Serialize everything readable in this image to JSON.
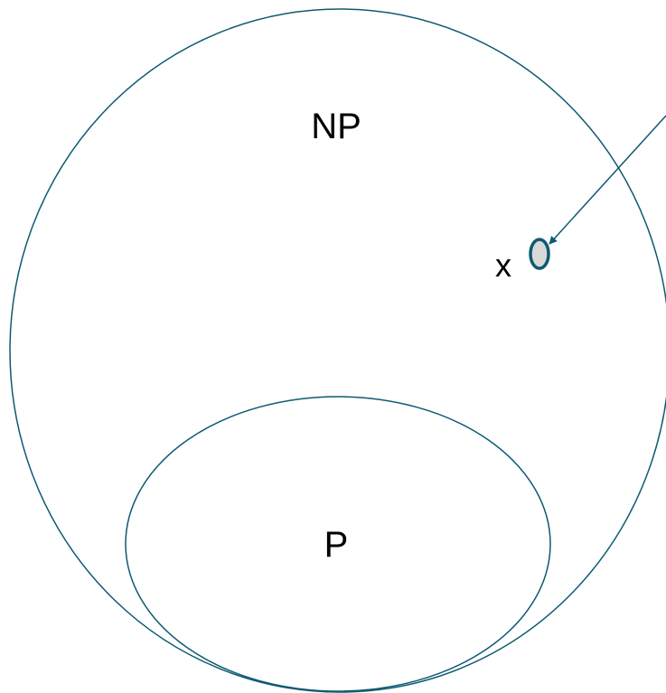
{
  "sets": {
    "outer_label": "NP",
    "inner_label": "P"
  },
  "element": {
    "label": "x"
  },
  "colors": {
    "stroke": "#0e5a72",
    "element_fill": "#d9d9d9",
    "text": "#000000",
    "background": "#ffffff"
  }
}
